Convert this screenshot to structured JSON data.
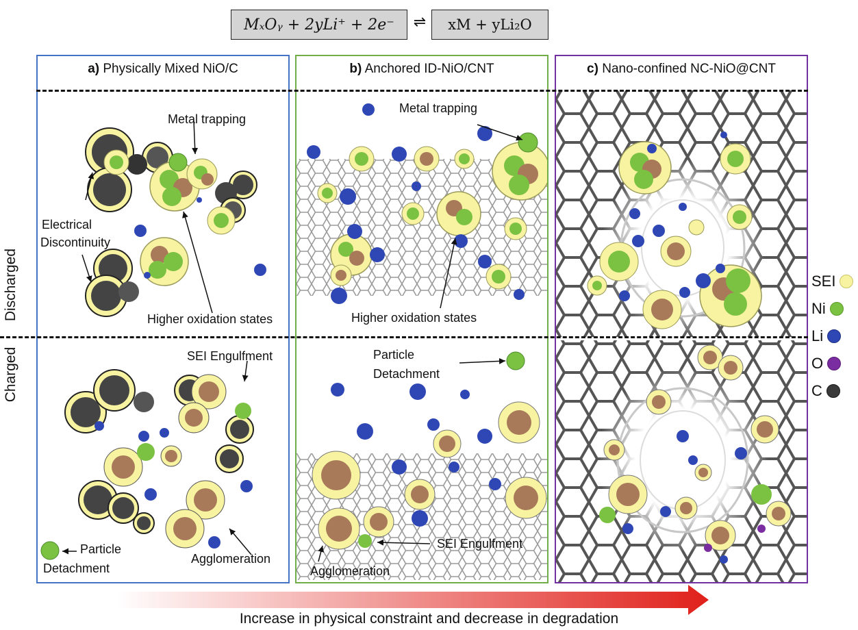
{
  "equation": {
    "left": "MₓOᵧ + 2yLi⁺ + 2e⁻",
    "arrow": "⇌",
    "right": "xM + yLi₂O"
  },
  "panels": [
    {
      "letter": "a)",
      "title": "Physically Mixed NiO/C"
    },
    {
      "letter": "b)",
      "title": "Anchored ID-NiO/CNT"
    },
    {
      "letter": "c)",
      "title": "Nano-confined NC-NiO@CNT"
    }
  ],
  "row_labels": {
    "top": "Discharged",
    "bottom": "Charged"
  },
  "annotations": {
    "a_metal_trapping": "Metal trapping",
    "a_electrical_1": "Electrical",
    "a_electrical_2": "Discontinuity",
    "a_higher_ox": "Higher oxidation states",
    "a_sei_engulfment": "SEI Engulfment",
    "a_particle_1": "Particle",
    "a_particle_2": "Detachment",
    "a_agglomeration": "Agglomeration",
    "b_metal_trapping": "Metal trapping",
    "b_higher_ox": "Higher oxidation states",
    "b_particle_1": "Particle",
    "b_particle_2": "Detachment",
    "b_sei_engulfment": "SEI Engulfment",
    "b_agglomeration": "Agglomeration"
  },
  "legend": [
    {
      "label": "SEI",
      "color": "#f7f3a0",
      "border": "#c9c46a"
    },
    {
      "label": "Ni",
      "color": "#7cc242",
      "border": "#5a9a2a"
    },
    {
      "label": "Li",
      "color": "#2f47b5",
      "border": "#1f2f80"
    },
    {
      "label": "O",
      "color": "#7a2da0",
      "border": "#5a1a78"
    },
    {
      "label": "C",
      "color": "#3a3a3a",
      "border": "#1a1a1a"
    }
  ],
  "colors": {
    "panel_a_border": "#4472c4",
    "panel_b_border": "#70ad47",
    "panel_c_border": "#7030a0",
    "arrow_start": "#ffffff",
    "arrow_end": "#e0201a"
  },
  "caption": "Increase in physical constraint and decrease in degradation"
}
